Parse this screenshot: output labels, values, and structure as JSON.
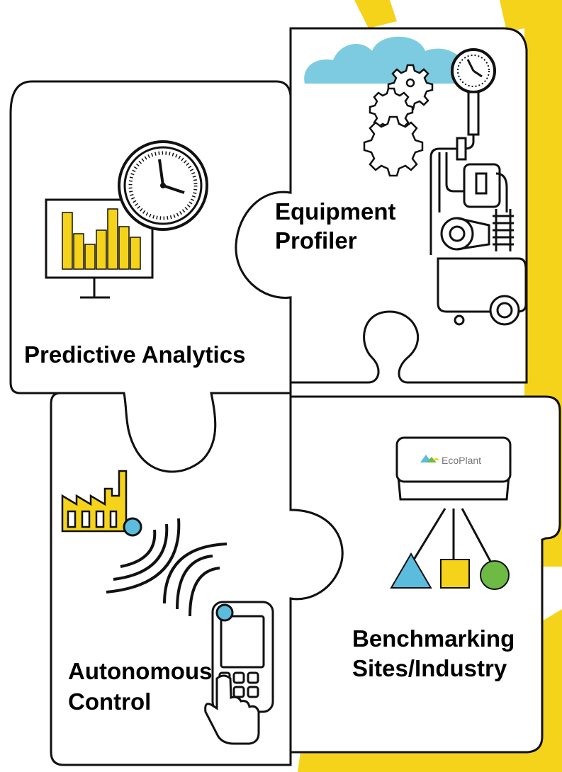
{
  "pieces": {
    "predictive": {
      "label": "Predictive Analytics"
    },
    "equipment": {
      "label_line1": "Equipment",
      "label_line2": "Profiler"
    },
    "autonomous": {
      "label_line1": "Autonomous",
      "label_line2": "Control"
    },
    "benchmarking": {
      "label_line1": "Benchmarking",
      "label_line2": "Sites/Industry"
    }
  },
  "hub": {
    "brand": "EcoPlant"
  },
  "colors": {
    "accent_yellow": "#F6D31B",
    "cloud_blue": "#7CCBE0",
    "shape_blue": "#5BBCDD",
    "shape_yellow": "#F6D31B",
    "shape_green": "#6DBB45",
    "outline": "#111111"
  },
  "icons": [
    "cloud-icon",
    "gear-icon",
    "pressure-gauge-icon",
    "pump-compressor-icon",
    "clock-icon",
    "bar-chart-monitor-icon",
    "factory-icon",
    "wireless-signal-icon",
    "keypad-device-icon",
    "hand-pointer-icon",
    "hub-device-icon",
    "triangle-shape-icon",
    "square-shape-icon",
    "circle-shape-icon"
  ]
}
